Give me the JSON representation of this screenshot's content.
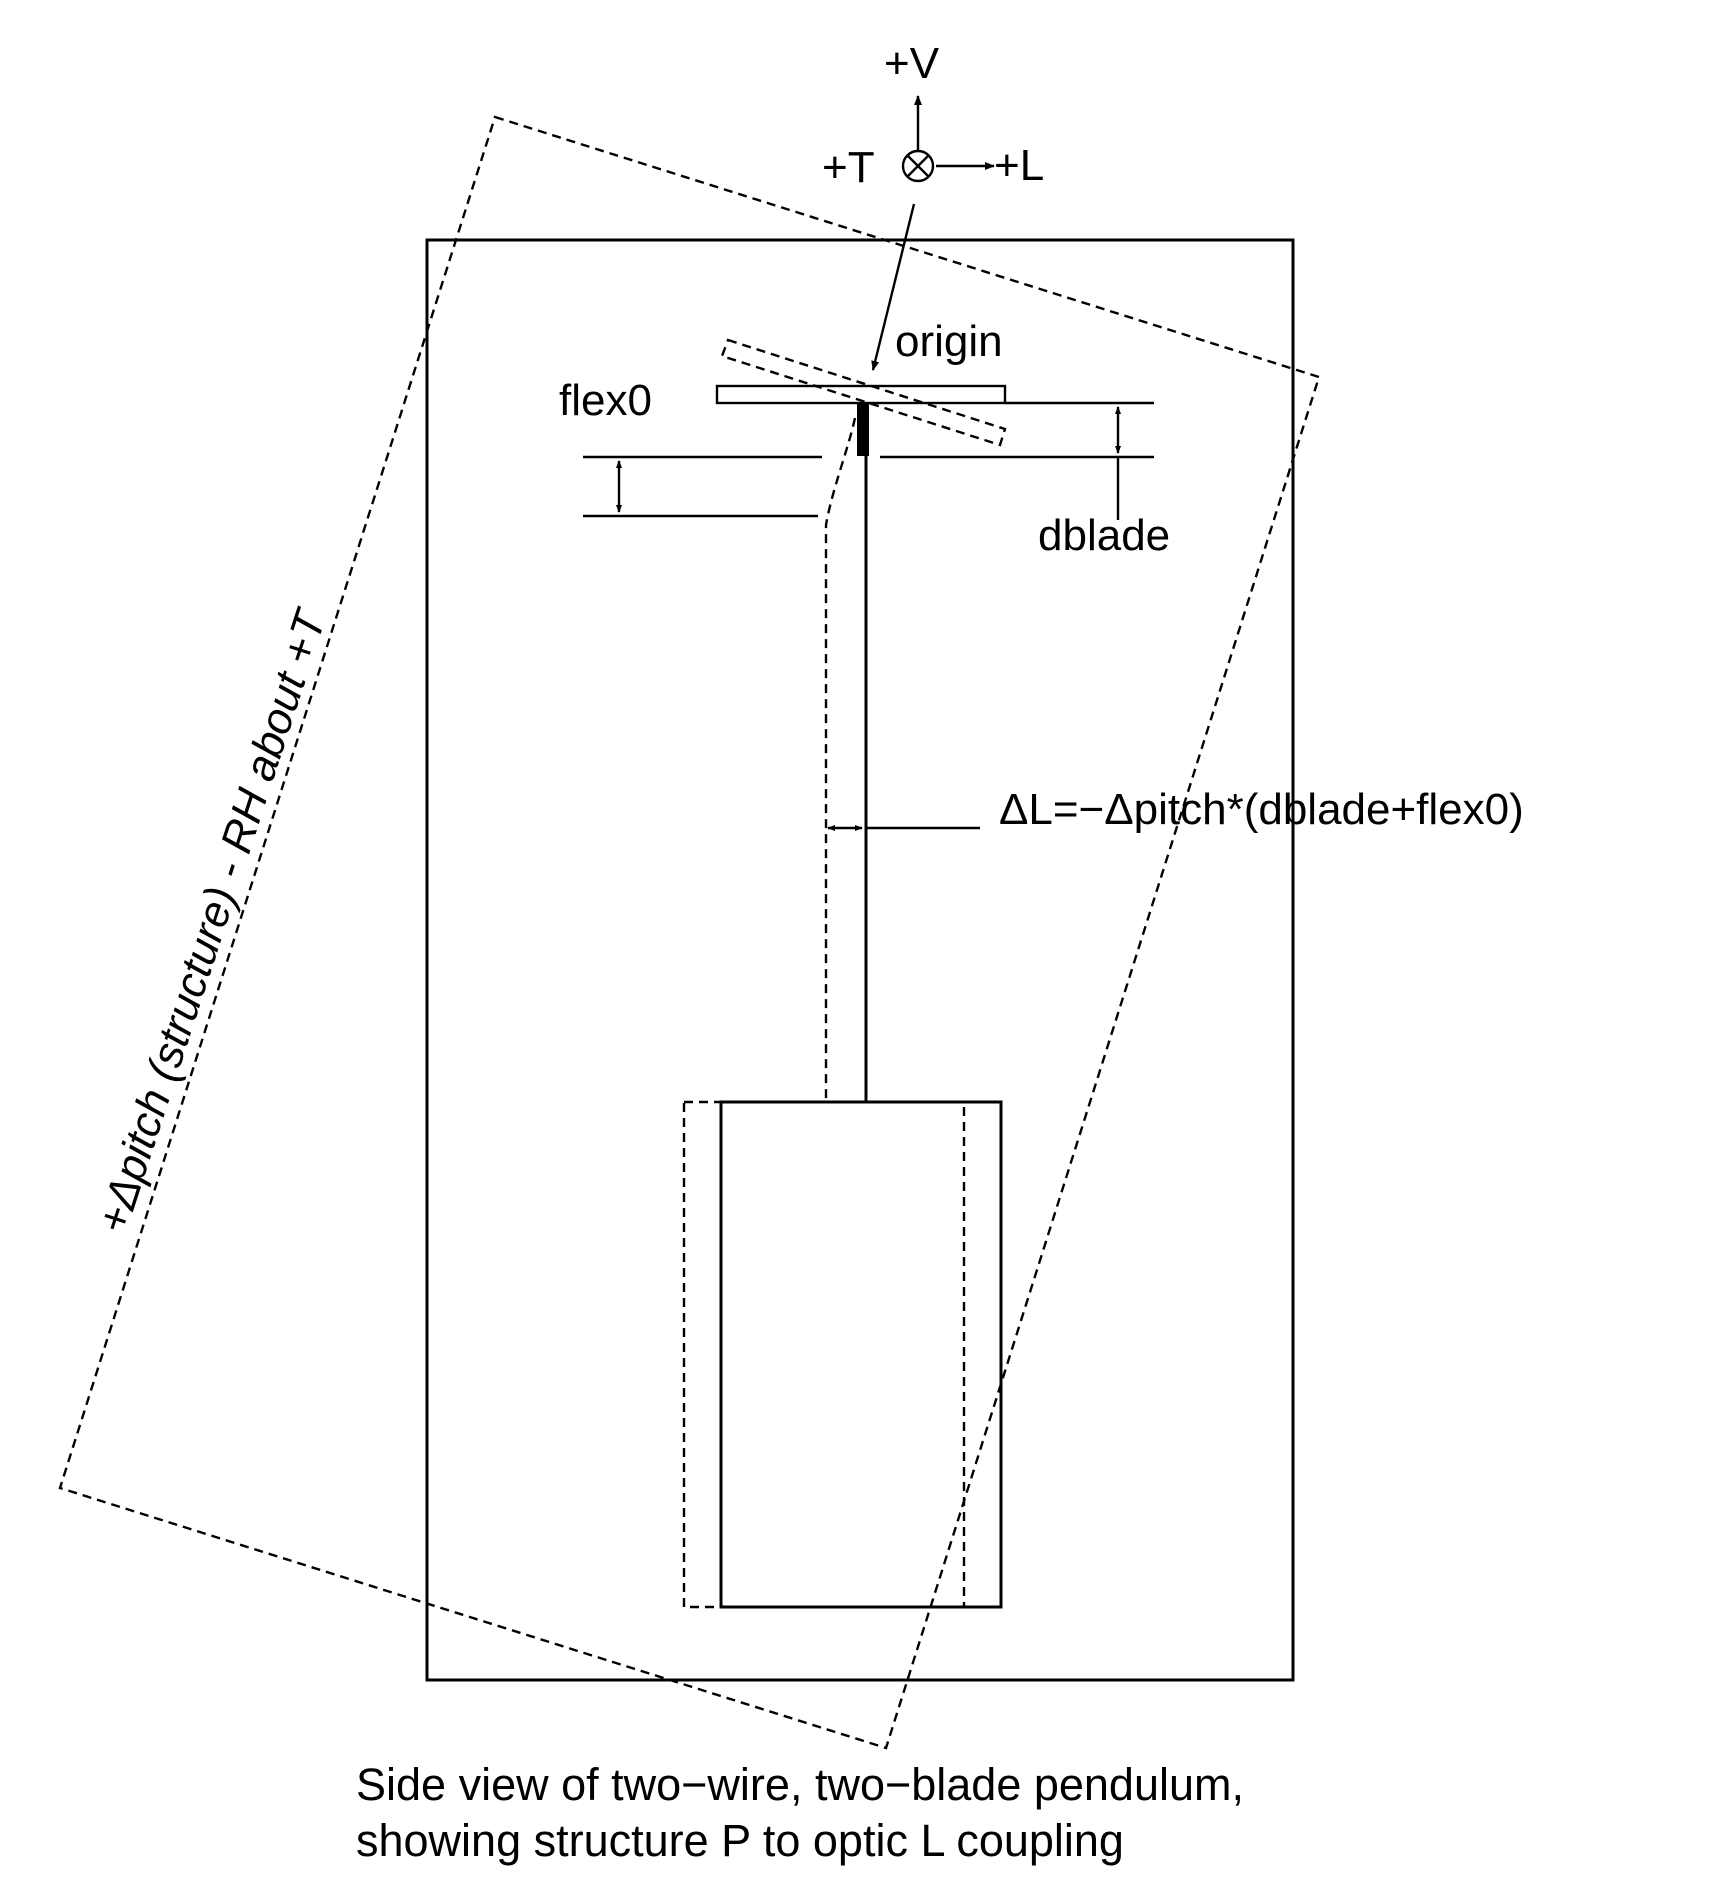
{
  "axes": {
    "vertical": "+V",
    "transverse": "+T",
    "longitudinal": "+L"
  },
  "labels": {
    "origin": "origin",
    "flex0": "flex0",
    "dblade": "dblade",
    "delta_l_formula": "ΔL=−Δpitch*(dblade+flex0)",
    "pitch_rotation": "+Δpitch (structure) - RH about +T"
  },
  "caption": {
    "line1": "Side view of two−wire, two−blade pendulum,",
    "line2": "showing structure P to optic L coupling"
  },
  "colors": {
    "stroke": "#000000",
    "background": "#ffffff"
  }
}
